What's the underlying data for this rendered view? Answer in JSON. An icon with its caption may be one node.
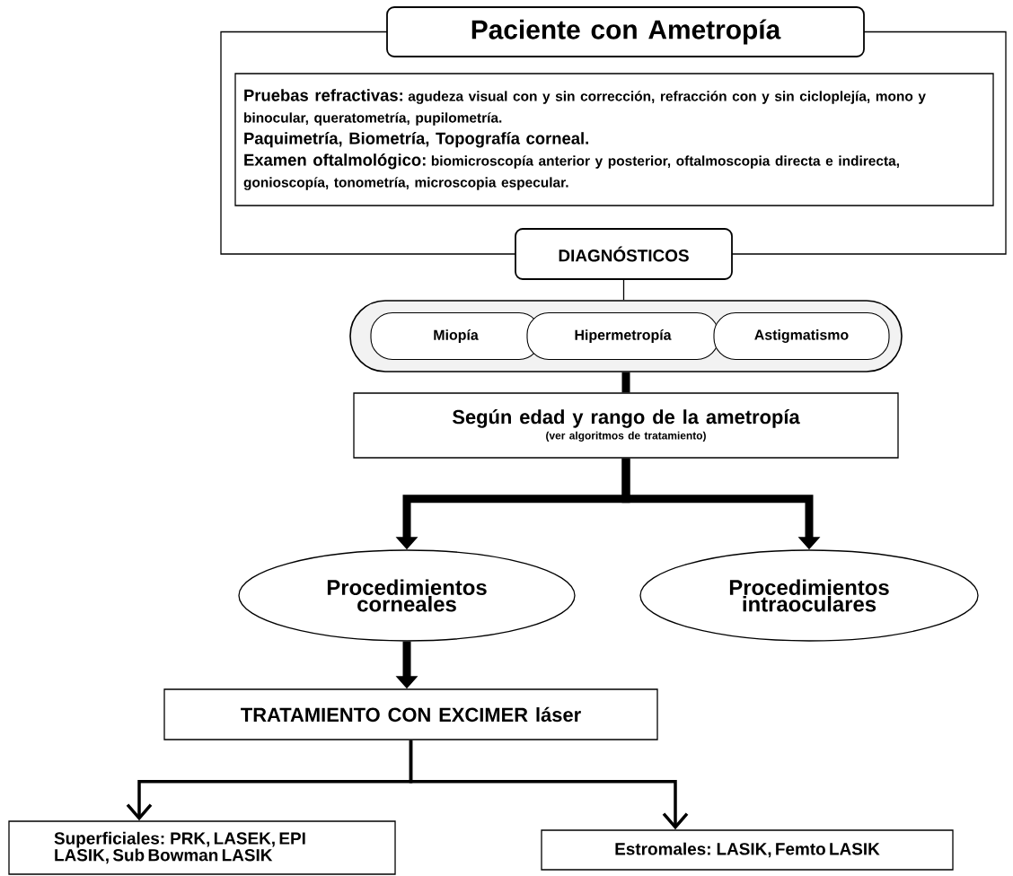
{
  "diagram": {
    "nodes": [
      {
        "text": [
          "Paciente con Ametropía"
        ]
      },
      {
        "text": [
          "Pruebas refractivas:",
          "agudeza visual con y sin corrección, refracción con y sin cicloplejía, mono y binocular, queratometría, pupilometría.",
          "Paquimetría, Biometría, Topografía corneal.",
          "Examen oftalmológico:",
          "biomicroscopía anterior y posterior, oftalmoscopia directa e indirecta, gonioscopía, tonometría, microscopia especular."
        ]
      },
      {
        "text": [
          "DIAGNÓSTICOS"
        ]
      },
      {
        "text": [],
        "shape": "capsule"
      },
      {
        "text": [
          "Miopía"
        ],
        "in": 3
      },
      {
        "text": [
          "Hipermetropía"
        ],
        "in": 3
      },
      {
        "text": [
          "Astigmatismo"
        ],
        "in": 3
      },
      {
        "text": [
          "Según edad y rango de la ametropía",
          "(ver algoritmos de tratamiento)"
        ]
      },
      {
        "text": [
          "Procedimientos corneales"
        ]
      },
      {
        "text": [
          "Procedimientos intraoculares"
        ]
      },
      {
        "text": [
          "TRATAMIENTO CON EXCIMER láser"
        ]
      },
      {
        "text": [
          "Superficiales: PRK, LASEK, EPI LASIK, Sub Bowman LASIK"
        ]
      },
      {
        "text": [
          "Estromales: LASIK, Femto LASIK"
        ]
      }
    ],
    "edges": [
      {
        "from": 0,
        "to": 2,
        "arrow": "none"
      },
      {
        "from": 0,
        "to": 2,
        "arrow": "none"
      },
      {
        "from": 2,
        "to": 3,
        "arrow": "none"
      },
      {
        "from": 3,
        "to": 7,
        "arrow": "none",
        "style": "thick"
      },
      {
        "from": 7,
        "to": 8,
        "arrow": "to",
        "style": "thick"
      },
      {
        "from": 7,
        "to": 9,
        "arrow": "to",
        "style": "thick"
      },
      {
        "from": 8,
        "to": 10,
        "arrow": "to",
        "style": "thick"
      },
      {
        "from": 10,
        "to": 11,
        "arrow": "to"
      },
      {
        "from": 10,
        "to": 12,
        "arrow": "to"
      }
    ]
  }
}
